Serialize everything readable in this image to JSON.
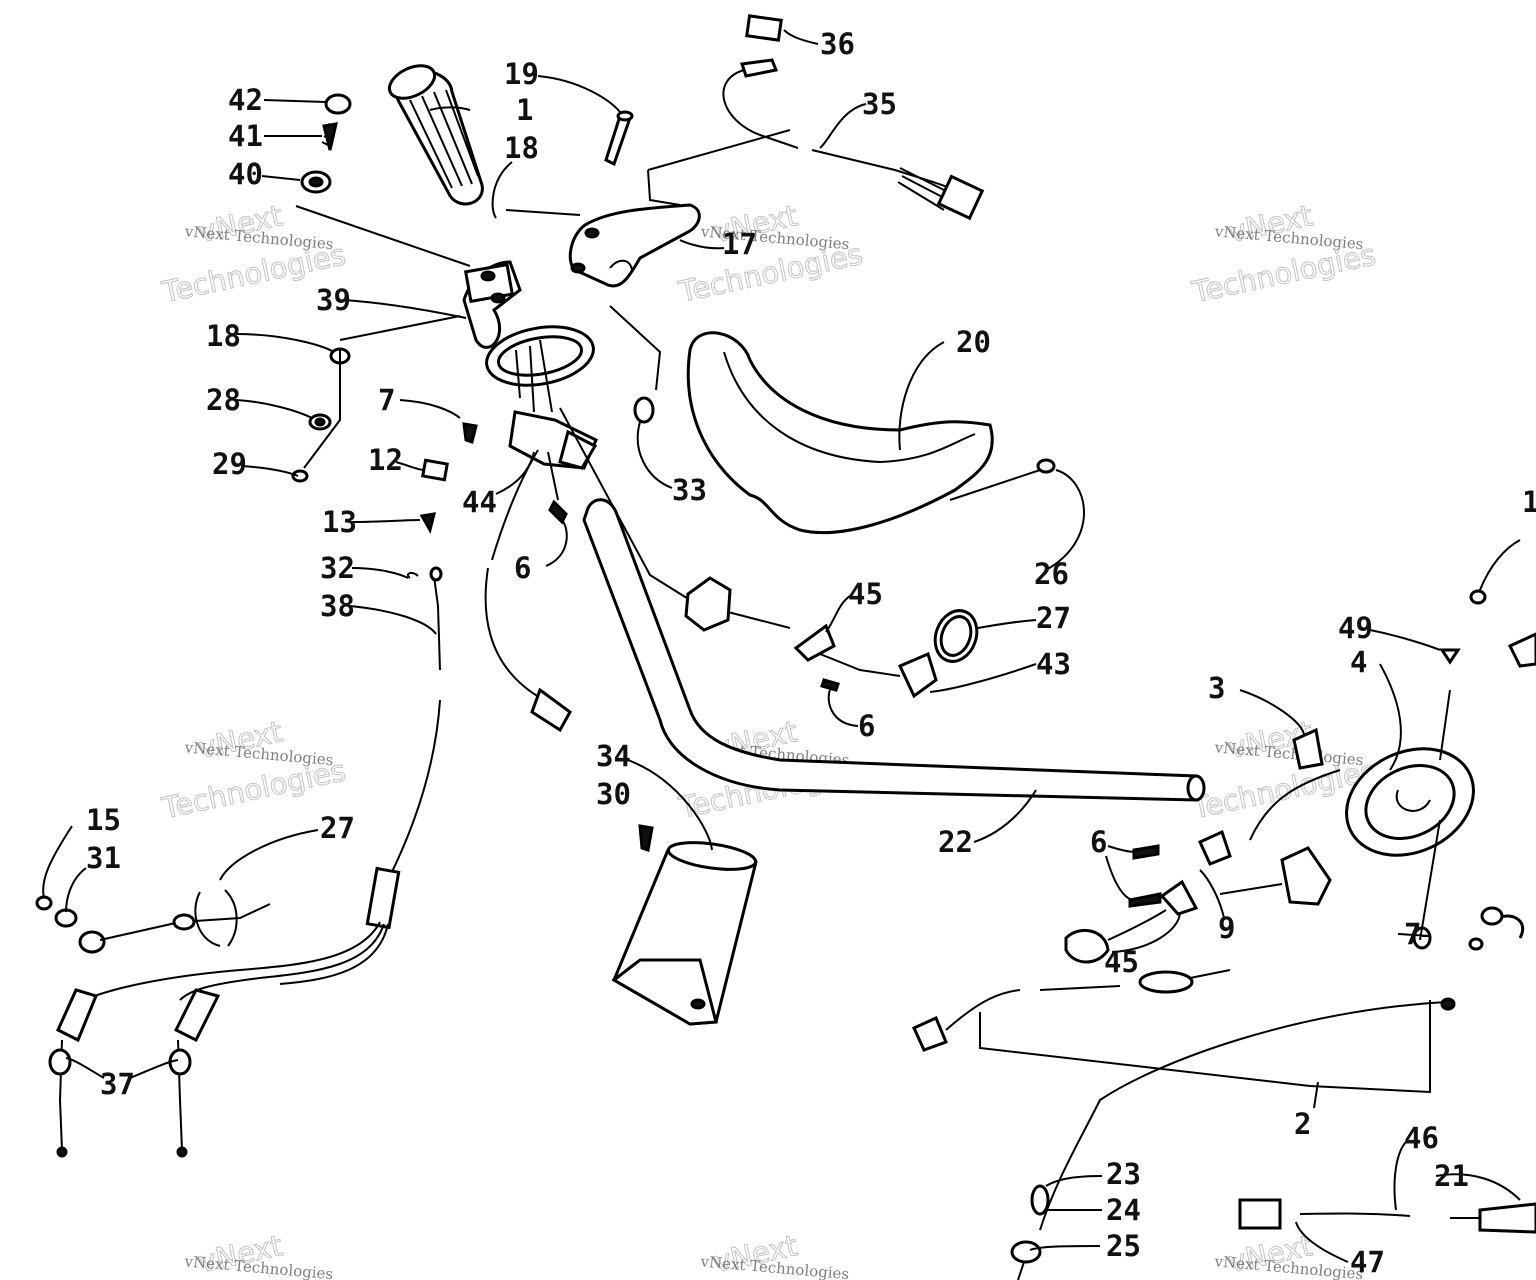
{
  "watermark": {
    "small": "vNext Technologies",
    "big_top": "vNext",
    "big_bottom": "Technologies"
  },
  "callouts": [
    {
      "id": "c-42",
      "text": "42"
    },
    {
      "id": "c-41",
      "text": "41"
    },
    {
      "id": "c-40",
      "text": "40"
    },
    {
      "id": "c-1",
      "text": "1"
    },
    {
      "id": "c-19",
      "text": "19"
    },
    {
      "id": "c-18a",
      "text": "18"
    },
    {
      "id": "c-36",
      "text": "36"
    },
    {
      "id": "c-35",
      "text": "35"
    },
    {
      "id": "c-17",
      "text": "17"
    },
    {
      "id": "c-39",
      "text": "39"
    },
    {
      "id": "c-18b",
      "text": "18"
    },
    {
      "id": "c-28",
      "text": "28"
    },
    {
      "id": "c-7a",
      "text": "7"
    },
    {
      "id": "c-29",
      "text": "29"
    },
    {
      "id": "c-12",
      "text": "12"
    },
    {
      "id": "c-44",
      "text": "44"
    },
    {
      "id": "c-13",
      "text": "13"
    },
    {
      "id": "c-20",
      "text": "20"
    },
    {
      "id": "c-33",
      "text": "33"
    },
    {
      "id": "c-26",
      "text": "26"
    },
    {
      "id": "c-6a",
      "text": "6"
    },
    {
      "id": "c-32",
      "text": "32"
    },
    {
      "id": "c-38",
      "text": "38"
    },
    {
      "id": "c-45a",
      "text": "45"
    },
    {
      "id": "c-27a",
      "text": "27"
    },
    {
      "id": "c-43",
      "text": "43"
    },
    {
      "id": "c-6b",
      "text": "6"
    },
    {
      "id": "c-49",
      "text": "49"
    },
    {
      "id": "c-4",
      "text": "4"
    },
    {
      "id": "c-3",
      "text": "3"
    },
    {
      "id": "c-34",
      "text": "34"
    },
    {
      "id": "c-30",
      "text": "30"
    },
    {
      "id": "c-15",
      "text": "15"
    },
    {
      "id": "c-31",
      "text": "31"
    },
    {
      "id": "c-27b",
      "text": "27"
    },
    {
      "id": "c-22",
      "text": "22"
    },
    {
      "id": "c-6c",
      "text": "6"
    },
    {
      "id": "c-9",
      "text": "9"
    },
    {
      "id": "c-7b",
      "text": "7"
    },
    {
      "id": "c-45b",
      "text": "45"
    },
    {
      "id": "c-37",
      "text": "37"
    },
    {
      "id": "c-2",
      "text": "2"
    },
    {
      "id": "c-46",
      "text": "46"
    },
    {
      "id": "c-21",
      "text": "21"
    },
    {
      "id": "c-23",
      "text": "23"
    },
    {
      "id": "c-24",
      "text": "24"
    },
    {
      "id": "c-25",
      "text": "25"
    },
    {
      "id": "c-47",
      "text": "47"
    },
    {
      "id": "c-1b",
      "text": "1"
    }
  ]
}
